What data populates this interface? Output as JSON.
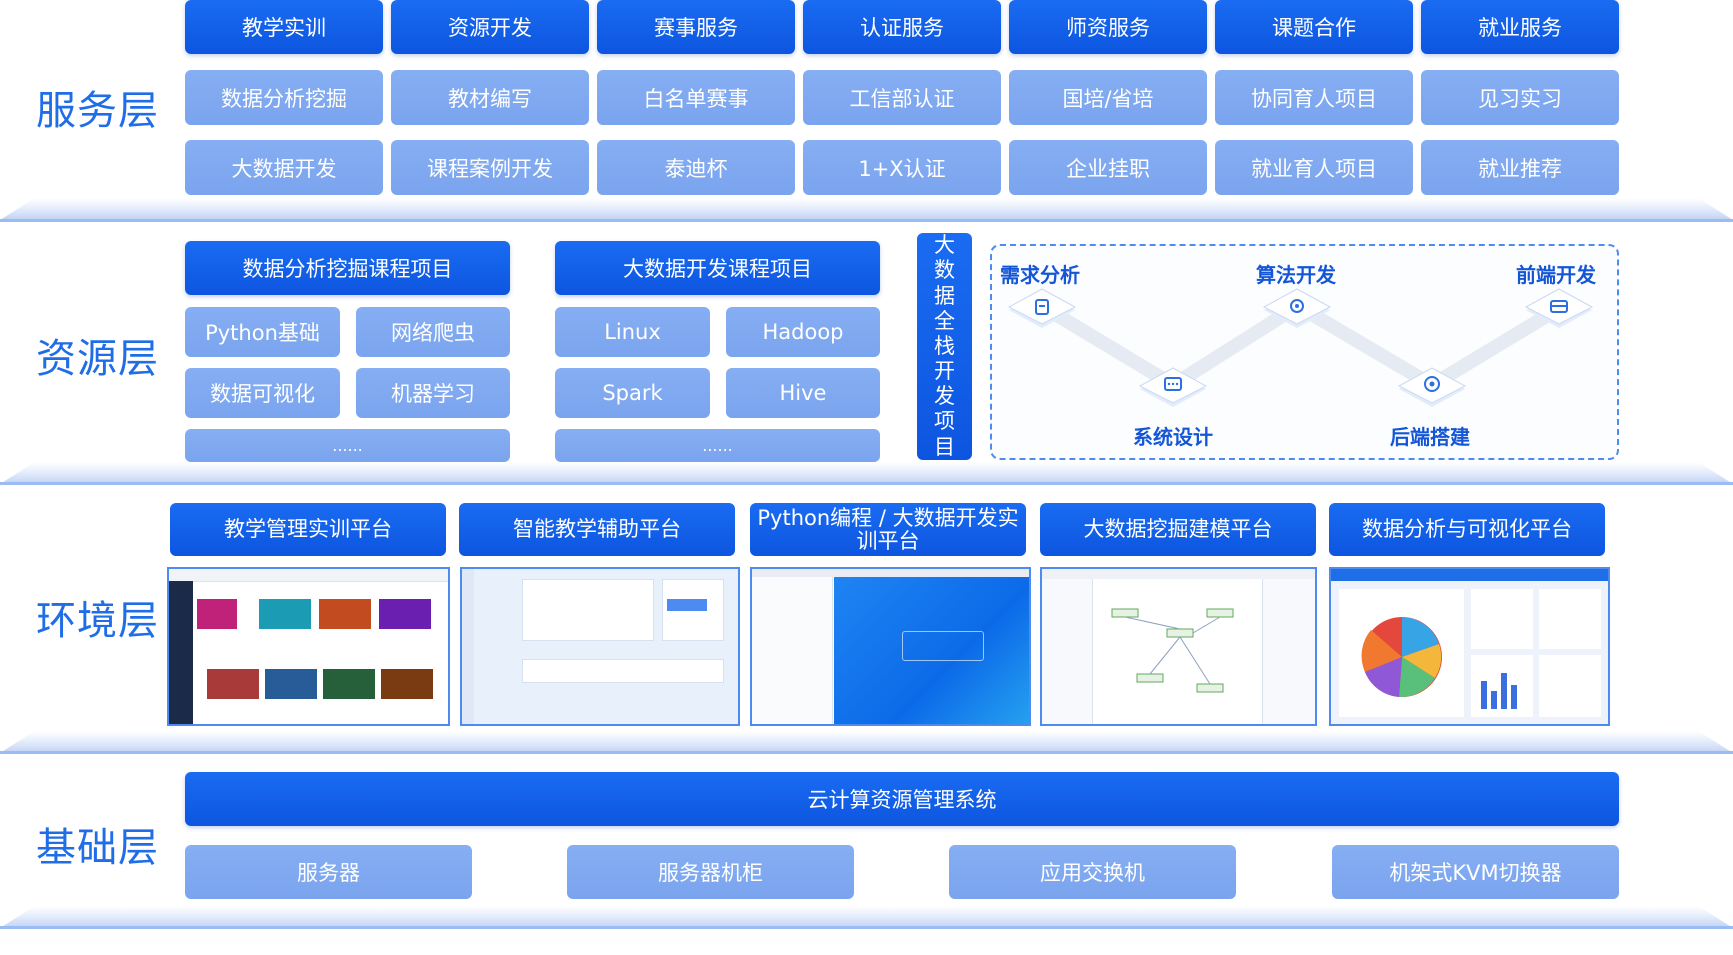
{
  "layers": {
    "service": {
      "title": "服务层",
      "headers": [
        "教学实训",
        "资源开发",
        "赛事服务",
        "认证服务",
        "师资服务",
        "课题合作",
        "就业服务"
      ],
      "row2": [
        "数据分析挖掘",
        "教材编写",
        "白名单赛事",
        "工信部认证",
        "国培/省培",
        "协同育人项目",
        "见习实习"
      ],
      "row3": [
        "大数据开发",
        "课程案例开发",
        "泰迪杯",
        "1+X认证",
        "企业挂职",
        "就业育人项目",
        "就业推荐"
      ]
    },
    "resource": {
      "title": "资源层",
      "group1": {
        "title": "数据分析挖掘课程项目",
        "items": [
          "Python基础",
          "网络爬虫",
          "数据可视化",
          "机器学习"
        ],
        "more": "......"
      },
      "group2": {
        "title": "大数据开发课程项目",
        "items": [
          "Linux",
          "Hadoop",
          "Spark",
          "Hive"
        ],
        "more": "......"
      },
      "fullstack_chars": [
        "大",
        "数",
        "据",
        "全",
        "栈",
        "开",
        "发",
        "项",
        "目"
      ],
      "flow": {
        "stages": [
          "需求分析",
          "算法开发",
          "前端开发",
          "系统设计",
          "后端搭建"
        ],
        "icons": [
          "document-icon",
          "gear-icon",
          "briefcase-icon",
          "chat-icon",
          "location-icon"
        ]
      }
    },
    "environment": {
      "title": "环境层",
      "platforms": [
        "教学管理实训平台",
        "智能教学辅助平台",
        "Python编程 / 大数据开发实训平台",
        "大数据挖掘建模平台",
        "数据分析与可视化平台"
      ]
    },
    "base": {
      "title": "基础层",
      "system": "云计算资源管理系统",
      "hardware": [
        "服务器",
        "服务器机柜",
        "应用交换机",
        "机架式KVM切换器"
      ]
    }
  },
  "colors": {
    "primary": "#1a6cf2",
    "light": "#7aa4ee",
    "title": "#1f6ee8"
  }
}
